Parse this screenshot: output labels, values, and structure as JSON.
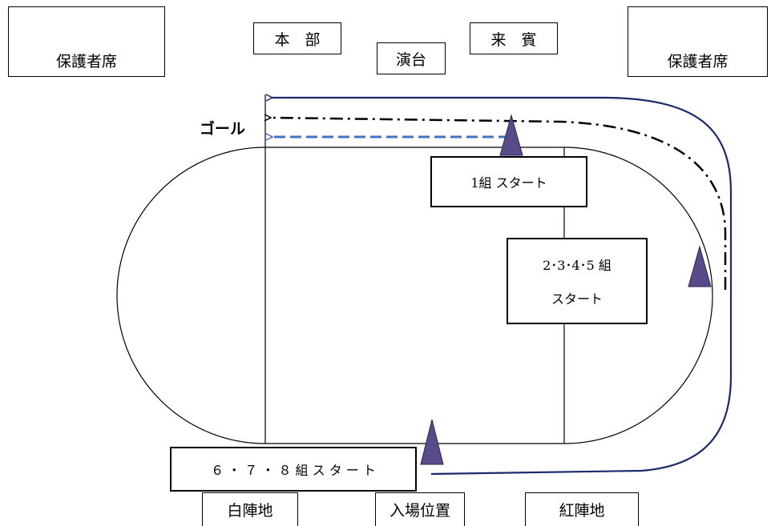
{
  "diagram": {
    "guardian_left": "保護者席",
    "guardian_right": "保護者席",
    "headquarters": "本　部",
    "podium": "演台",
    "guests": "来　賓",
    "goal": "ゴール",
    "start_group1": "1組 スタート",
    "start_groups_2_5_line1": "2･3･4･5 組",
    "start_groups_2_5_line2": "スタート",
    "start_groups_6_8": "６ ・ ７ ・ ８ 組 ス タ ー ト",
    "white_camp": "白陣地",
    "entrance": "入場位置",
    "red_camp": "紅陣地"
  },
  "colors": {
    "navy_route": "#1a2a6c",
    "blue_dashed_route": "#4472c4",
    "black_dashdot_route": "#000000",
    "start_marker": "#5b4a8a"
  }
}
